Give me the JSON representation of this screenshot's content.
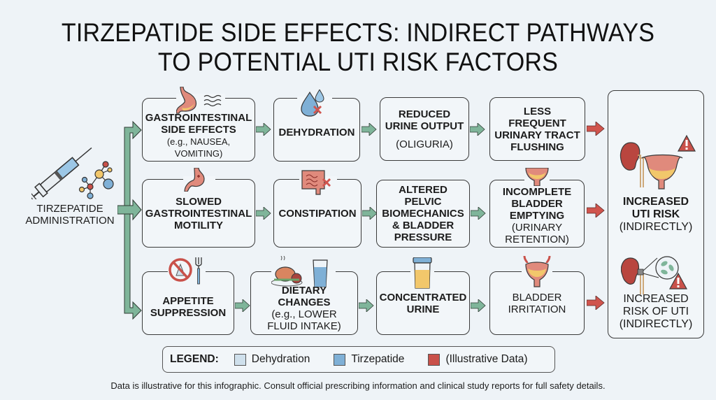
{
  "title": {
    "line1": "TIRZEPATIDE SIDE EFFECTS: INDIRECT PATHWAYS",
    "line2": "TO POTENTIAL UTI RISK FACTORS"
  },
  "start": {
    "label_line1": "TIRZEPATIDE",
    "label_line2": "ADMINISTRATION",
    "icon": "syringe-molecule-icon"
  },
  "colors": {
    "background": "#eef3f7",
    "green_arrow": "#7fb59a",
    "red_arrow": "#d0544d",
    "accent_blue": "#7fb0d6",
    "accent_red": "#c9514a"
  },
  "pathways": [
    {
      "row": 1,
      "steps": [
        {
          "lines": [
            "GASTROINTESTINAL",
            "SIDE EFFECTS"
          ],
          "sub": "(e.g., NAUSEA, VOMITING)",
          "icon": "stomach-nausea-icon"
        },
        {
          "lines": [
            "DEHYDRATION"
          ],
          "icon": "water-drop-x-icon"
        },
        {
          "lines": [
            "REDUCED",
            "URINE OUTPUT"
          ],
          "paren": "(OLIGURIA)"
        },
        {
          "lines": [
            "LESS FREQUENT",
            "URINARY TRACT",
            "FLUSHING"
          ]
        }
      ]
    },
    {
      "row": 2,
      "steps": [
        {
          "lines": [
            "SLOWED",
            "GASTROINTESTINAL",
            "MOTILITY"
          ],
          "icon": "stomach-slow-icon"
        },
        {
          "lines": [
            "CONSTIPATION"
          ],
          "icon": "intestine-x-icon"
        },
        {
          "lines": [
            "ALTERED PELVIC",
            "BIOMECHANICS",
            "& BLADDER",
            "PRESSURE"
          ]
        },
        {
          "lines": [
            "INCOMPLETE",
            "BLADDER",
            "EMPTYING"
          ],
          "paren": "(URINARY RETENTION)",
          "icon": "bladder-icon"
        }
      ]
    },
    {
      "row": 3,
      "steps": [
        {
          "lines": [
            "APPETITE",
            "SUPPRESSION"
          ],
          "icon": "no-food-icon"
        },
        {
          "lines": [
            "DIETARY CHANGES"
          ],
          "paren_lines": [
            "(e.g., LOWER",
            "FLUID INTAKE)"
          ],
          "icon": "food-water-glass-icon"
        },
        {
          "lines": [
            "CONCENTRATED",
            "URINE"
          ],
          "icon": "urine-sample-cup-icon"
        },
        {
          "lines": [
            "BLADDER",
            "IRRITATION"
          ],
          "icon": "bladder-icon"
        }
      ]
    }
  ],
  "outcomes": [
    {
      "bold_lines": [
        "INCREASED",
        "UTI RISK"
      ],
      "paren": "(INDIRECTLY)",
      "icon": "kidney-bladder-warning-icon"
    },
    {
      "bold_lines": [
        "INCREASED",
        "RISK OF UTI"
      ],
      "paren": "(INDIRECTLY)",
      "icon": "kidney-bacteria-warning-icon"
    }
  ],
  "legend": {
    "title": "LEGEND:",
    "items": [
      {
        "label": "Dehydration",
        "color": "#cfe0ec"
      },
      {
        "label": "Tirzepatide",
        "color": "#7fb0d6"
      },
      {
        "label": "(Illustrative Data)",
        "color": "#c9514a"
      }
    ]
  },
  "footer": "Data is illustrative for this infographic. Consult official prescribing information and clinical study reports for full safety details."
}
